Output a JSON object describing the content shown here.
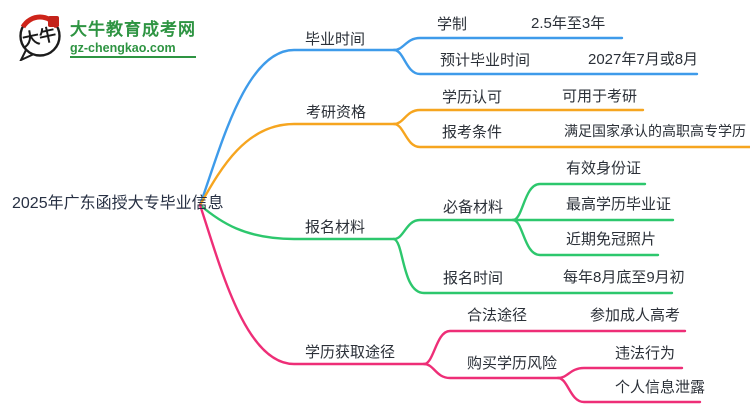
{
  "logo": {
    "mascot_text": "大牛",
    "site_name": "大牛教育成考网",
    "site_url": "gz-chengkao.com",
    "brand_green": "#2E9442",
    "accent_red": "#CE241A"
  },
  "root": {
    "label": "2025年广东函授大专毕业信息"
  },
  "branches": [
    {
      "label": "毕业时间",
      "color": "#3E9BEA",
      "children": [
        {
          "label": "学制",
          "value": "2.5年至3年"
        },
        {
          "label": "预计毕业时间",
          "value": "2027年7月或8月"
        }
      ]
    },
    {
      "label": "考研资格",
      "color": "#F6A51F",
      "children": [
        {
          "label": "学历认可",
          "value": "可用于考研"
        },
        {
          "label": "报考条件",
          "value": "满足国家承认的高职高专学历"
        }
      ]
    },
    {
      "label": "报名材料",
      "color": "#2DC76D",
      "children": [
        {
          "label": "必备材料",
          "items": [
            "有效身份证",
            "最高学历毕业证",
            "近期免冠照片"
          ]
        },
        {
          "label": "报名时间",
          "value": "每年8月底至9月初"
        }
      ]
    },
    {
      "label": "学历获取途径",
      "color": "#EE2E77",
      "children": [
        {
          "label": "合法途径",
          "value": "参加成人高考"
        },
        {
          "label": "购买学历风险",
          "items": [
            "违法行为",
            "个人信息泄露"
          ]
        }
      ]
    }
  ]
}
